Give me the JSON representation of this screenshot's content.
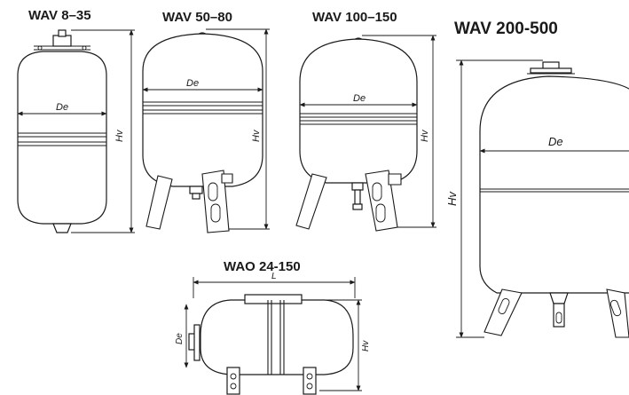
{
  "models": [
    {
      "id": "wav-8-35",
      "title": "WAV  8–35",
      "diameter_label": "De",
      "height_label": "Hv"
    },
    {
      "id": "wav-50-80",
      "title": "WAV  50–80",
      "diameter_label": "De",
      "height_label": "Hv"
    },
    {
      "id": "wav-100-150",
      "title": "WAV  100–150",
      "diameter_label": "De",
      "height_label": "Hv"
    },
    {
      "id": "wav-200-500",
      "title": "WAV 200-500",
      "diameter_label": "De",
      "height_label": "Hv"
    },
    {
      "id": "wao-24-150",
      "title": "WAO 24-150",
      "diameter_label": "De",
      "height_label": "Hv",
      "length_label": "L"
    }
  ]
}
